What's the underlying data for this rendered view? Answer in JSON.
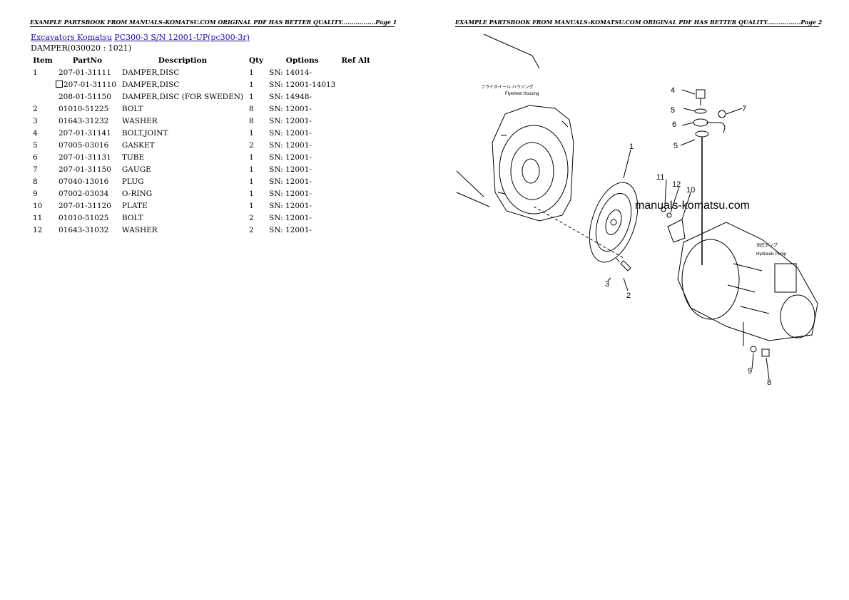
{
  "headers": {
    "page1": "EXAMPLE PARTSBOOK FROM MANUALS-KOMATSU.COM ORIGINAL PDF HAS BETTER QUALITY.................Page 1",
    "page2": "EXAMPLE PARTSBOOK FROM MANUALS-KOMATSU.COM ORIGINAL PDF HAS BETTER QUALITY.................Page 2"
  },
  "breadcrumb": {
    "link1": "Excavators Komatsu",
    "link2": "PC300-3 S/N 12001-UP(pc300-3r)"
  },
  "section_title": "DAMPER(030020 : 1021)",
  "table": {
    "columns": [
      "Item",
      "PartNo",
      "Description",
      "Qty",
      "Options",
      "Ref Alt"
    ],
    "rows": [
      {
        "item": "1",
        "part": "207-01-31111",
        "desc": "DAMPER,DISC",
        "qty": "1",
        "opt": "SN: 14014-",
        "ref": "",
        "checkbox": false
      },
      {
        "item": "",
        "part": "207-01-31110",
        "desc": "DAMPER,DISC",
        "qty": "1",
        "opt": "SN: 12001-14013",
        "ref": "",
        "checkbox": true
      },
      {
        "item": "",
        "part": "208-01-51150",
        "desc": "DAMPER,DISC (FOR SWEDEN)",
        "qty": "1",
        "opt": "SN: 14948-",
        "ref": "",
        "checkbox": false
      },
      {
        "item": "2",
        "part": "01010-51225",
        "desc": "BOLT",
        "qty": "8",
        "opt": "SN: 12001-",
        "ref": "",
        "checkbox": false
      },
      {
        "item": "3",
        "part": "01643-31232",
        "desc": "WASHER",
        "qty": "8",
        "opt": "SN: 12001-",
        "ref": "",
        "checkbox": false
      },
      {
        "item": "4",
        "part": "207-01-31141",
        "desc": "BOLT,JOINT",
        "qty": "1",
        "opt": "SN: 12001-",
        "ref": "",
        "checkbox": false
      },
      {
        "item": "5",
        "part": "07005-03016",
        "desc": "GASKET",
        "qty": "2",
        "opt": "SN: 12001-",
        "ref": "",
        "checkbox": false
      },
      {
        "item": "6",
        "part": "207-01-31131",
        "desc": "TUBE",
        "qty": "1",
        "opt": "SN: 12001-",
        "ref": "",
        "checkbox": false
      },
      {
        "item": "7",
        "part": "207-01-31150",
        "desc": "GAUGE",
        "qty": "1",
        "opt": "SN: 12001-",
        "ref": "",
        "checkbox": false
      },
      {
        "item": "8",
        "part": "07040-13016",
        "desc": "PLUG",
        "qty": "1",
        "opt": "SN: 12001-",
        "ref": "",
        "checkbox": false
      },
      {
        "item": "9",
        "part": "07002-03034",
        "desc": "O-RING",
        "qty": "1",
        "opt": "SN: 12001-",
        "ref": "",
        "checkbox": false
      },
      {
        "item": "10",
        "part": "207-01-31120",
        "desc": "PLATE",
        "qty": "1",
        "opt": "SN: 12001-",
        "ref": "",
        "checkbox": false
      },
      {
        "item": "11",
        "part": "01010-51025",
        "desc": "BOLT",
        "qty": "2",
        "opt": "SN: 12001-",
        "ref": "",
        "checkbox": false
      },
      {
        "item": "12",
        "part": "01643-31032",
        "desc": "WASHER",
        "qty": "2",
        "opt": "SN: 12001-",
        "ref": "",
        "checkbox": false
      }
    ]
  },
  "diagram": {
    "watermark": "manuals-komatsu.com",
    "flywheel_label_jp": "フライホイール ハウジング",
    "flywheel_label": "Flywheel Housing",
    "pump_label_jp": "油圧ポンプ",
    "pump_label": "Hydraulic Pump",
    "callouts": [
      "1",
      "2",
      "3",
      "4",
      "5",
      "5",
      "6",
      "7",
      "8",
      "9",
      "10",
      "11",
      "12"
    ]
  }
}
